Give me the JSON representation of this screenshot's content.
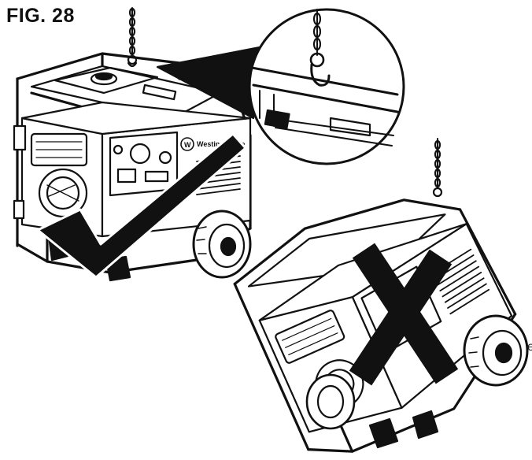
{
  "figure": {
    "title": "FIG. 28",
    "brand_label": "Westinghouse",
    "stray_text": "e"
  },
  "marks": {
    "correct": "checkmark-icon",
    "incorrect": "x-mark-icon"
  },
  "colors": {
    "ink": "#111111",
    "paper": "#ffffff",
    "shade": "#555555"
  }
}
